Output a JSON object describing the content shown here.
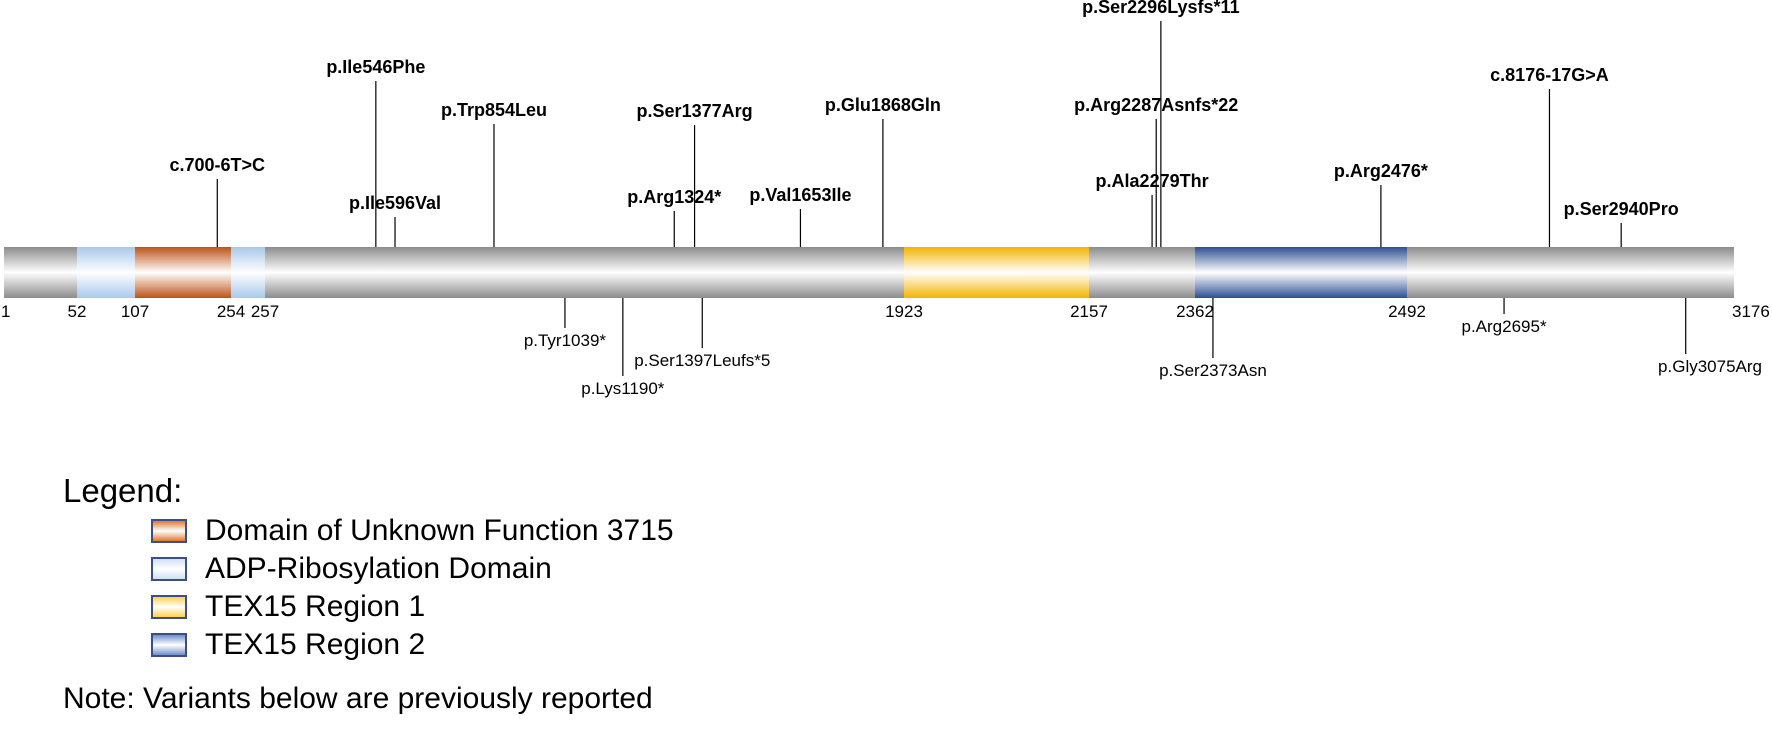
{
  "protein": {
    "length": 3176,
    "domains": [
      {
        "name": "ADP-Ribosylation Domain",
        "start": 52,
        "end": 107,
        "color": "#cfe2f6",
        "edge": "#a9c8ea"
      },
      {
        "name": "Domain of Unknown Function 3715",
        "start": 107,
        "end": 254,
        "color": "#e0772e",
        "edge": "#bd5317"
      },
      {
        "name": "ADP-Ribosylation Domain",
        "start": 254,
        "end": 257,
        "color": "#cfe2f6",
        "edge": "#a9c8ea"
      },
      {
        "name": "TEX15 Region 1",
        "start": 1923,
        "end": 2157,
        "color": "#ffd24a",
        "edge": "#f2b400"
      },
      {
        "name": "TEX15 Region 2",
        "start": 2362,
        "end": 2492,
        "color": "#6f8fc8",
        "edge": "#2d4f93"
      }
    ],
    "ticks": [
      {
        "label": "1",
        "pos": 1
      },
      {
        "label": "52",
        "pos": 52
      },
      {
        "label": "107",
        "pos": 107
      },
      {
        "label": "254",
        "pos": 254
      },
      {
        "label": "257",
        "pos": 257
      },
      {
        "label": "1923",
        "pos": 1923
      },
      {
        "label": "2157",
        "pos": 2157
      },
      {
        "label": "2362",
        "pos": 2362
      },
      {
        "label": "2492",
        "pos": 2492
      },
      {
        "label": "3176",
        "pos": 3176
      }
    ]
  },
  "variants_new": [
    {
      "label": "c.700-6T>C",
      "pos": 233,
      "level": 68
    },
    {
      "label": "p.Ile546Phe",
      "pos": 546,
      "level": 166
    },
    {
      "label": "p.Ile596Val",
      "pos": 596,
      "level": 30
    },
    {
      "label": "p.Trp854Leu",
      "pos": 854,
      "level": 123
    },
    {
      "label": "p.Arg1324*",
      "pos": 1324,
      "level": 36
    },
    {
      "label": "p.Ser1377Arg",
      "pos": 1377,
      "level": 122
    },
    {
      "label": "p.Val1653Ile",
      "pos": 1653,
      "level": 38
    },
    {
      "label": "p.Glu1868Gln",
      "pos": 1868,
      "level": 128
    },
    {
      "label": "p.Ala2279Thr",
      "pos": 2279,
      "level": 52
    },
    {
      "label": "p.Arg2287Asnfs*22",
      "pos": 2287,
      "level": 128
    },
    {
      "label": "p.Ser2296Lysfs*11",
      "pos": 2296,
      "level": 226
    },
    {
      "label": "p.Arg2476*",
      "pos": 2476,
      "level": 62
    },
    {
      "label": "c.8176-17G>A",
      "pos": 2790,
      "level": 158
    },
    {
      "label": "p.Ser2940Pro",
      "pos": 2940,
      "level": 24
    }
  ],
  "variants_reported": [
    {
      "label": "p.Tyr1039*",
      "pos": 1039,
      "level": 30
    },
    {
      "label": "p.Lys1190*",
      "pos": 1190,
      "level": 78
    },
    {
      "label": "p.Ser1397Leufs*5",
      "pos": 1397,
      "level": 50
    },
    {
      "label": "p.Ser2373Asn",
      "pos": 2373,
      "level": 60
    },
    {
      "label": "p.Arg2695*",
      "pos": 2695,
      "level": 16
    },
    {
      "label": "p.Gly3075Arg",
      "pos": 3075,
      "level": 56
    }
  ],
  "legend": {
    "title": "Legend:",
    "items": [
      {
        "label": "Domain of Unknown Function 3715",
        "color": "#e0772e"
      },
      {
        "label": "ADP-Ribosylation Domain",
        "color": "#cfe2f6"
      },
      {
        "label": "TEX15 Region 1",
        "color": "#ffd24a"
      },
      {
        "label": "TEX15 Region 2",
        "color": "#6f8fc8"
      }
    ],
    "note": "Note: Variants below are previously reported"
  }
}
